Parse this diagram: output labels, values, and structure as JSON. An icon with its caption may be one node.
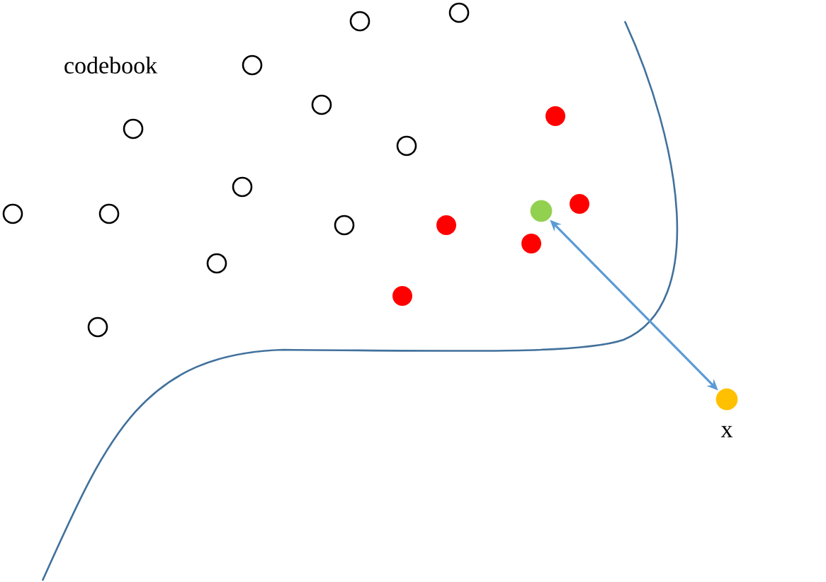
{
  "diagram": {
    "nodes": [
      {
        "text": [],
        "shape": "circle"
      },
      {
        "text": [],
        "shape": "circle",
        "beside": [
          "x"
        ]
      }
    ],
    "edges": [
      {
        "from": 0,
        "to": 1,
        "arrow": "both",
        "color": "#5b9bd5"
      }
    ],
    "labels": [
      "codebook"
    ]
  }
}
